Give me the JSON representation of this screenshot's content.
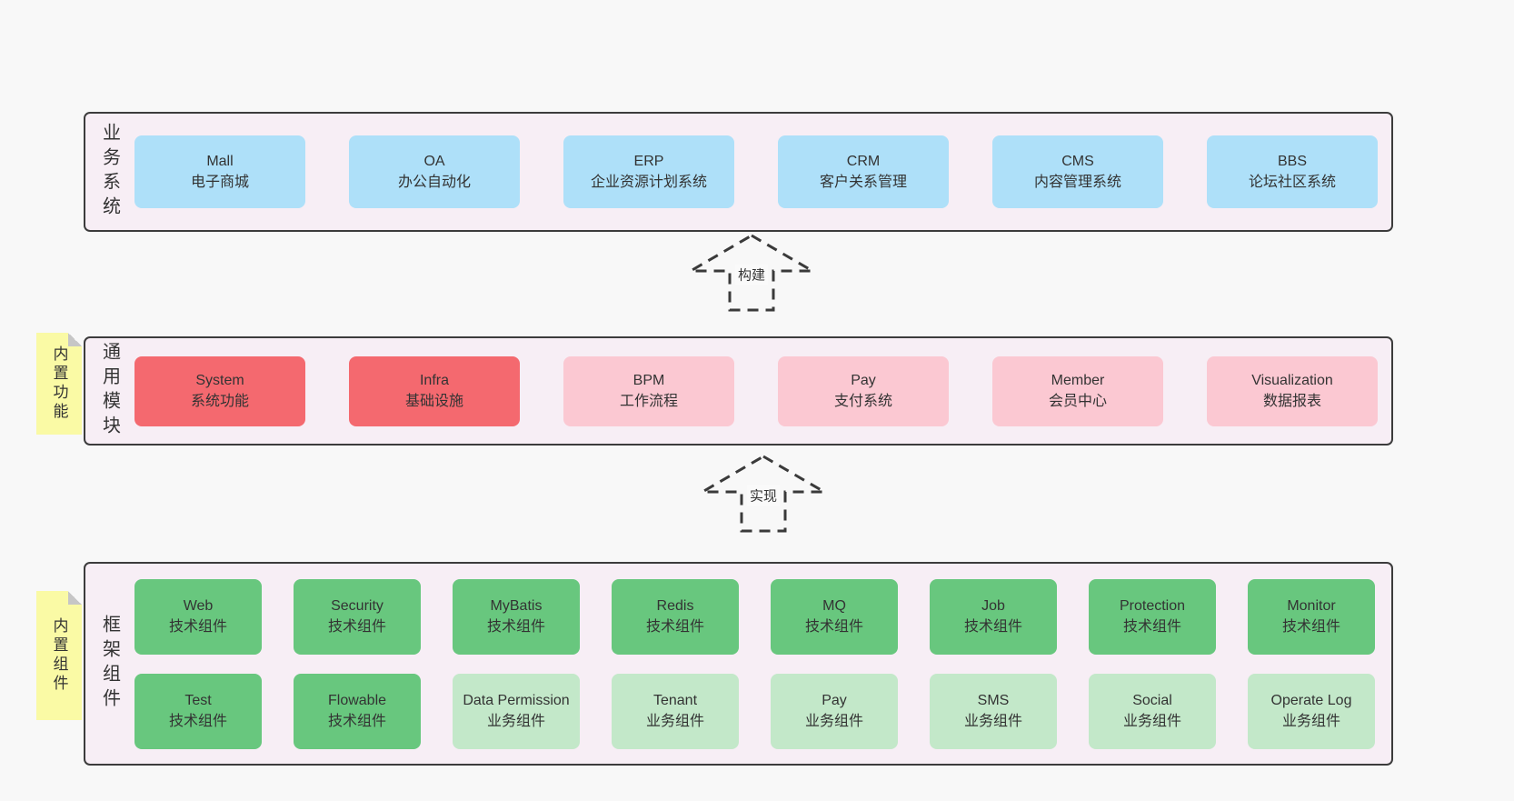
{
  "colors": {
    "background": "#f8f8f8",
    "band_fill": "#f7eef5",
    "band_border": "#3c3c3c",
    "blue_box": "#aee0f9",
    "red_box": "#f4696f",
    "pink_box": "#fbc8d2",
    "green_box": "#68c77e",
    "light_green_box": "#c3e8c9",
    "note_yellow": "#fafaa5",
    "note_fold": "#c6c6c6",
    "text": "#333333"
  },
  "sections": [
    {
      "id": "business-systems",
      "title": "业务系统",
      "note": null,
      "rows": [
        [
          {
            "name": "Mall",
            "desc": "电子商城",
            "variant": "blue"
          },
          {
            "name": "OA",
            "desc": "办公自动化",
            "variant": "blue"
          },
          {
            "name": "ERP",
            "desc": "企业资源计划系统",
            "variant": "blue"
          },
          {
            "name": "CRM",
            "desc": "客户关系管理",
            "variant": "blue"
          },
          {
            "name": "CMS",
            "desc": "内容管理系统",
            "variant": "blue"
          },
          {
            "name": "BBS",
            "desc": "论坛社区系统",
            "variant": "blue"
          }
        ]
      ]
    },
    {
      "id": "common-modules",
      "title": "通用模块",
      "note": "内置功能",
      "rows": [
        [
          {
            "name": "System",
            "desc": "系统功能",
            "variant": "red"
          },
          {
            "name": "Infra",
            "desc": "基础设施",
            "variant": "red"
          },
          {
            "name": "BPM",
            "desc": "工作流程",
            "variant": "pink"
          },
          {
            "name": "Pay",
            "desc": "支付系统",
            "variant": "pink"
          },
          {
            "name": "Member",
            "desc": "会员中心",
            "variant": "pink"
          },
          {
            "name": "Visualization",
            "desc": "数据报表",
            "variant": "pink"
          }
        ]
      ]
    },
    {
      "id": "framework-components",
      "title": "框架组件",
      "note": "内置组件",
      "rows": [
        [
          {
            "name": "Web",
            "desc": "技术组件",
            "variant": "green"
          },
          {
            "name": "Security",
            "desc": "技术组件",
            "variant": "green"
          },
          {
            "name": "MyBatis",
            "desc": "技术组件",
            "variant": "green"
          },
          {
            "name": "Redis",
            "desc": "技术组件",
            "variant": "green"
          },
          {
            "name": "MQ",
            "desc": "技术组件",
            "variant": "green"
          },
          {
            "name": "Job",
            "desc": "技术组件",
            "variant": "green"
          },
          {
            "name": "Protection",
            "desc": "技术组件",
            "variant": "green"
          },
          {
            "name": "Monitor",
            "desc": "技术组件",
            "variant": "green"
          }
        ],
        [
          {
            "name": "Test",
            "desc": "技术组件",
            "variant": "green"
          },
          {
            "name": "Flowable",
            "desc": "技术组件",
            "variant": "green"
          },
          {
            "name": "Data Permission",
            "desc": "业务组件",
            "variant": "lightgreen"
          },
          {
            "name": "Tenant",
            "desc": "业务组件",
            "variant": "lightgreen"
          },
          {
            "name": "Pay",
            "desc": "业务组件",
            "variant": "lightgreen"
          },
          {
            "name": "SMS",
            "desc": "业务组件",
            "variant": "lightgreen"
          },
          {
            "name": "Social",
            "desc": "业务组件",
            "variant": "lightgreen"
          },
          {
            "name": "Operate Log",
            "desc": "业务组件",
            "variant": "lightgreen"
          }
        ]
      ]
    }
  ],
  "arrows": [
    {
      "label": "构建"
    },
    {
      "label": "实现"
    }
  ]
}
